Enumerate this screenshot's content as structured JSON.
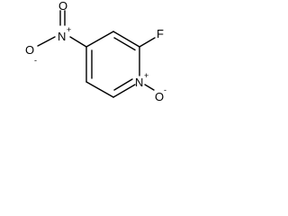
{
  "molecule": {
    "atoms": {
      "fluorine": "F",
      "ring_nitrogen": "N",
      "ring_nitrogen_charge": "+",
      "n_oxide_oxygen": "O",
      "n_oxide_charge": "-",
      "nitro_nitrogen": "N",
      "nitro_nitrogen_charge": "+",
      "nitro_oxygen_top": "O",
      "nitro_oxygen_left": "O",
      "nitro_oxygen_left_charge": "-"
    }
  }
}
